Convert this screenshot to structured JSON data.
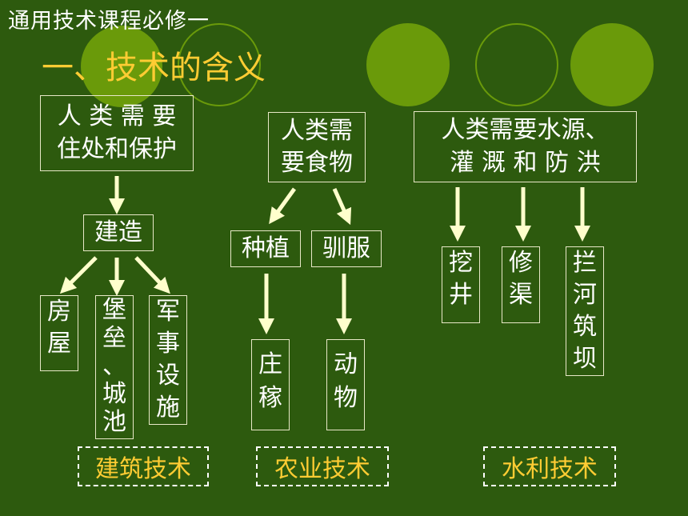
{
  "header": {
    "top_title": "通用技术课程必修一",
    "main_title": "一、技术的含义"
  },
  "groups": {
    "building": {
      "need_line1": "人 类 需 要",
      "need_line2": "住处和保护",
      "action": "建造",
      "results": [
        [
          "房",
          "屋"
        ],
        [
          "堡",
          "垒",
          "、",
          "城",
          "池"
        ],
        [
          "军",
          "事",
          "设",
          "施"
        ]
      ],
      "category": "建筑技术"
    },
    "agriculture": {
      "need_line1": "人类需",
      "need_line2": "要食物",
      "actions": [
        "种植",
        "驯服"
      ],
      "results": [
        [
          "庄",
          "稼"
        ],
        [
          "动",
          "物"
        ]
      ],
      "category": "农业技术"
    },
    "water": {
      "need_line1": "人类需要水源、",
      "need_line2": "灌 溉 和 防 洪",
      "results": [
        [
          "挖",
          "井"
        ],
        [
          "修",
          "渠"
        ],
        [
          "拦",
          "河",
          "筑",
          "坝"
        ]
      ],
      "category": "水利技术"
    }
  },
  "colors": {
    "background": "#2d5a0e",
    "circle": "#6a9a0a",
    "accent": "#ffcc33",
    "arrow": "#ffffcc"
  }
}
